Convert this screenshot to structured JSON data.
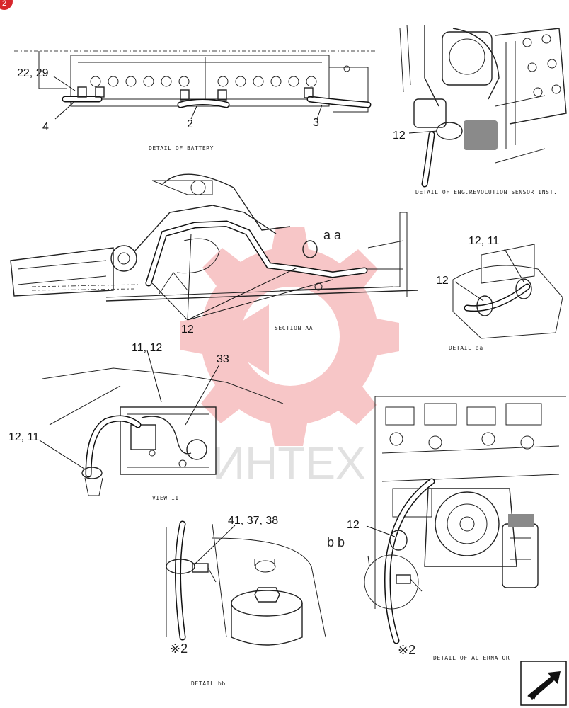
{
  "page_badge": "2",
  "watermark": {
    "text": "ИНТЕХ",
    "color": "#e8454a"
  },
  "views": {
    "battery": {
      "caption": "DETAIL OF BATTERY",
      "callouts": [
        "22, 29",
        "4",
        "2",
        "3"
      ]
    },
    "eng_sensor": {
      "caption": "DETAIL OF ENG.REVOLUTION SENSOR INST.",
      "callouts": [
        "12"
      ]
    },
    "section_aa": {
      "caption": "SECTION AA",
      "section_marker": "a a",
      "callouts": [
        "12"
      ]
    },
    "detail_aa": {
      "caption": "DETAIL aa",
      "callouts": [
        "12, 11",
        "12"
      ]
    },
    "view_ii": {
      "caption": "VIEW II",
      "callouts": [
        "11, 12",
        "33",
        "12, 11"
      ]
    },
    "detail_bb": {
      "caption": "DETAIL bb",
      "callouts": [
        "41, 37, 38"
      ],
      "ref_code": "※2"
    },
    "alternator": {
      "caption": "DETAIL OF ALTERNATOR",
      "section_marker": "b b",
      "callouts": [
        "12"
      ],
      "ref_code": "※2"
    }
  },
  "nav_icon": "next-page-arrow-icon"
}
